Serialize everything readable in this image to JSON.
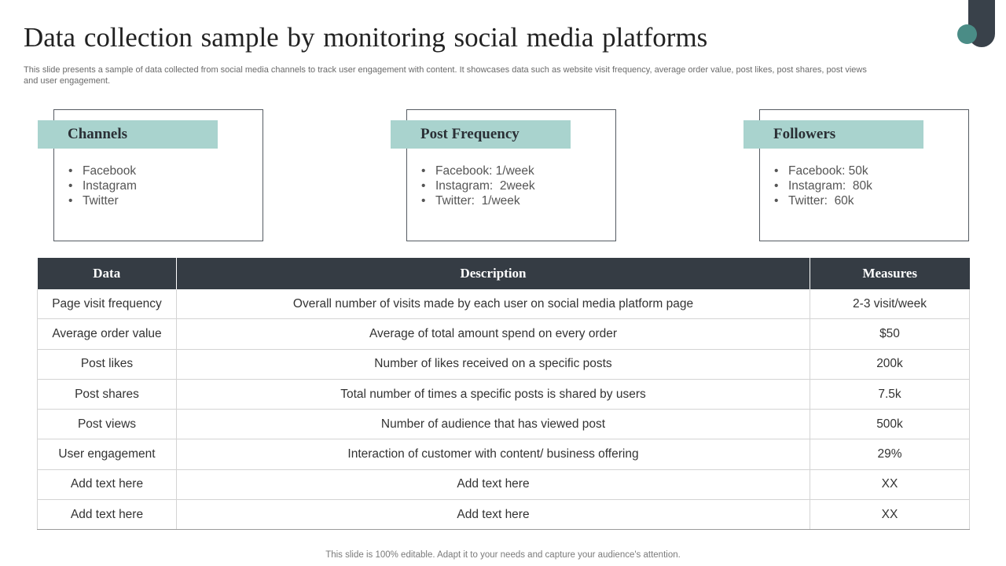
{
  "slide": {
    "title": "Data collection sample by monitoring social media platforms",
    "subtitle": "This slide presents a sample of data collected from social media channels to track user engagement with content. It showcases data such as website visit frequency, average order value, post likes, post shares, post views and user engagement.",
    "footer": "This slide is 100% editable. Adapt it to your needs and capture your audience's attention."
  },
  "cards": [
    {
      "heading": "Channels",
      "items": [
        "Facebook",
        "Instagram",
        "Twitter"
      ]
    },
    {
      "heading": "Post Frequency",
      "items": [
        "Facebook: 1/week",
        "Instagram:  2week",
        "Twitter:  1/week"
      ]
    },
    {
      "heading": "Followers",
      "items": [
        "Facebook: 50k",
        "Instagram:  80k",
        "Twitter:  60k"
      ]
    }
  ],
  "table": {
    "headers": [
      "Data",
      "Description",
      "Measures"
    ],
    "rows": [
      [
        "Page visit frequency",
        "Overall number of visits made by each user on social media platform page",
        "2-3 visit/week"
      ],
      [
        "Average order value",
        "Average of total amount spend on every order",
        "$50"
      ],
      [
        "Post likes",
        "Number of likes received on a specific posts",
        "200k"
      ],
      [
        "Post shares",
        "Total number of times a specific posts is shared by users",
        "7.5k"
      ],
      [
        "Post views",
        "Number of audience that has viewed post",
        "500k"
      ],
      [
        "User engagement",
        "Interaction of customer with content/ business offering",
        "29%"
      ],
      [
        "Add text here",
        "Add text here",
        "XX"
      ],
      [
        "Add text here",
        "Add text here",
        "XX"
      ]
    ]
  }
}
